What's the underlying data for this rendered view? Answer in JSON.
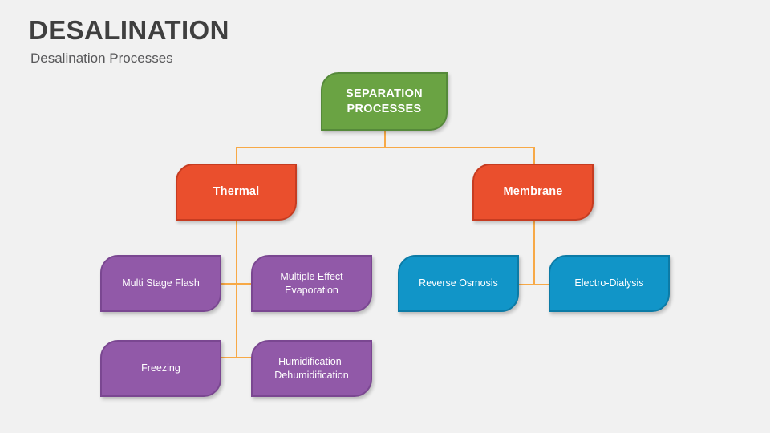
{
  "header": {
    "title": "DESALINATION",
    "subtitle": "Desalination Processes"
  },
  "colors": {
    "background": "#f1f1f1",
    "title_text": "#3f3f3f",
    "subtitle_text": "#58585a",
    "connector": "#f7a947",
    "root_fill": "#6aa343",
    "root_border": "#55893a",
    "branch_fill": "#ea4f2d",
    "branch_border": "#c63c21",
    "leaf_purple_fill": "#9159a8",
    "leaf_purple_border": "#7a4791",
    "leaf_blue_fill": "#1195c8",
    "leaf_blue_border": "#0c7ba6",
    "node_text": "#ffffff"
  },
  "chart_data": {
    "type": "diagram",
    "title": "DESALINATION",
    "subtitle": "Desalination Processes",
    "root": "SEPARATION PROCESSES",
    "branches": [
      {
        "name": "Thermal",
        "children": [
          "Multi Stage Flash",
          "Multiple Effect Evaporation",
          "Freezing",
          "Humidification-Dehumidification"
        ]
      },
      {
        "name": "Membrane",
        "children": [
          "Reverse Osmosis",
          "Electro-Dialysis"
        ]
      }
    ]
  },
  "nodes": {
    "root": {
      "label": "SEPARATION PROCESSES"
    },
    "thermal": {
      "label": "Thermal"
    },
    "membrane": {
      "label": "Membrane"
    },
    "multi_stage_flash": {
      "label": "Multi Stage Flash"
    },
    "multiple_effect_evaporation": {
      "label": "Multiple Effect Evaporation"
    },
    "freezing": {
      "label": "Freezing"
    },
    "humidification_dehumidification": {
      "label": "Humidification-Dehumidification"
    },
    "reverse_osmosis": {
      "label": "Reverse Osmosis"
    },
    "electro_dialysis": {
      "label": "Electro-Dialysis"
    }
  }
}
